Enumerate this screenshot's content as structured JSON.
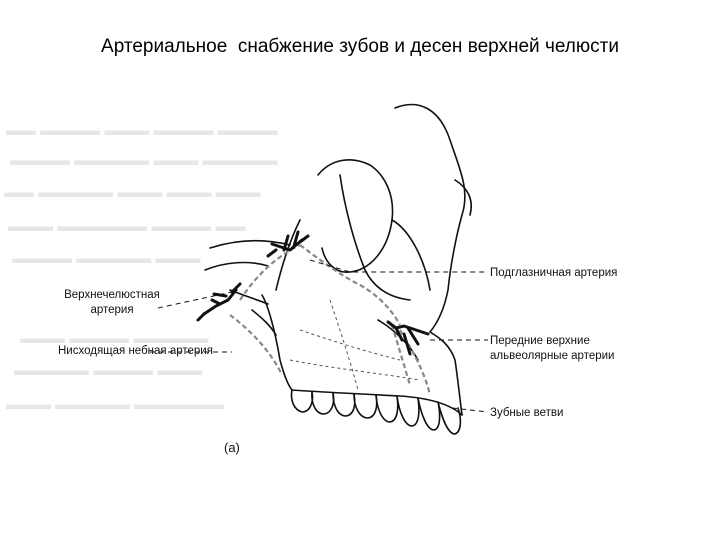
{
  "slide": {
    "title": "Артериальное  снабжение зубов и десен верхней челюсти"
  },
  "diagram": {
    "panel_label": "(а)",
    "labels": {
      "maxillary_artery": [
        "Верхнечелюстная",
        "артерия"
      ],
      "descending_palatine": "Нисходящая небная артерия",
      "infraorbital": "Подглазничная артерия",
      "anterior_superior_alveolar": [
        "Передние верхние",
        "альвеолярные артерии"
      ],
      "dental_branches": "Зубные ветви"
    }
  }
}
